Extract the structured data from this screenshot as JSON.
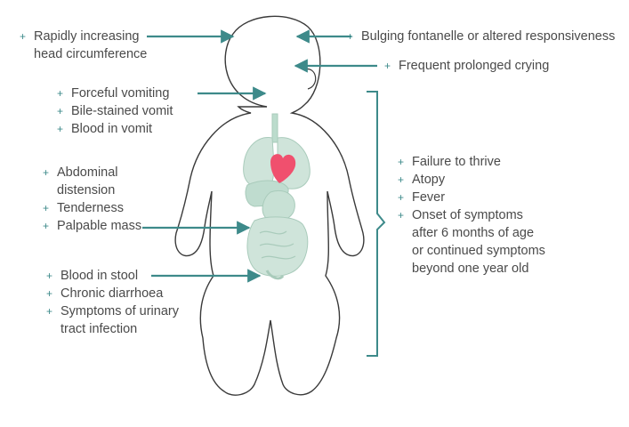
{
  "colors": {
    "accent": "#3d8a8a",
    "outline": "#3a3a3a",
    "text": "#4a4a4a",
    "organ_fill": "#cfe4da",
    "heart": "#f0506e"
  },
  "bullet_symbol": "+",
  "labels": {
    "head_circumference": [
      "Rapidly increasing",
      "head circumference"
    ],
    "fontanelle": "Bulging fontanelle or altered responsiveness",
    "crying": "Frequent prolonged crying",
    "vomiting": [
      "Forceful vomiting",
      "Bile-stained vomit",
      "Blood in vomit"
    ],
    "abdomen": [
      [
        "Abdominal",
        "distension"
      ],
      [
        "Tenderness"
      ],
      [
        "Palpable mass"
      ]
    ],
    "bowel": [
      [
        "Blood in stool"
      ],
      [
        "Chronic diarrhoea"
      ],
      [
        "Symptoms of urinary",
        "tract infection"
      ]
    ],
    "general": [
      [
        "Failure to thrive"
      ],
      [
        "Atopy"
      ],
      [
        "Fever"
      ],
      [
        "Onset of symptoms",
        "after 6 months of age",
        "or continued symptoms",
        "beyond one year old"
      ]
    ]
  }
}
